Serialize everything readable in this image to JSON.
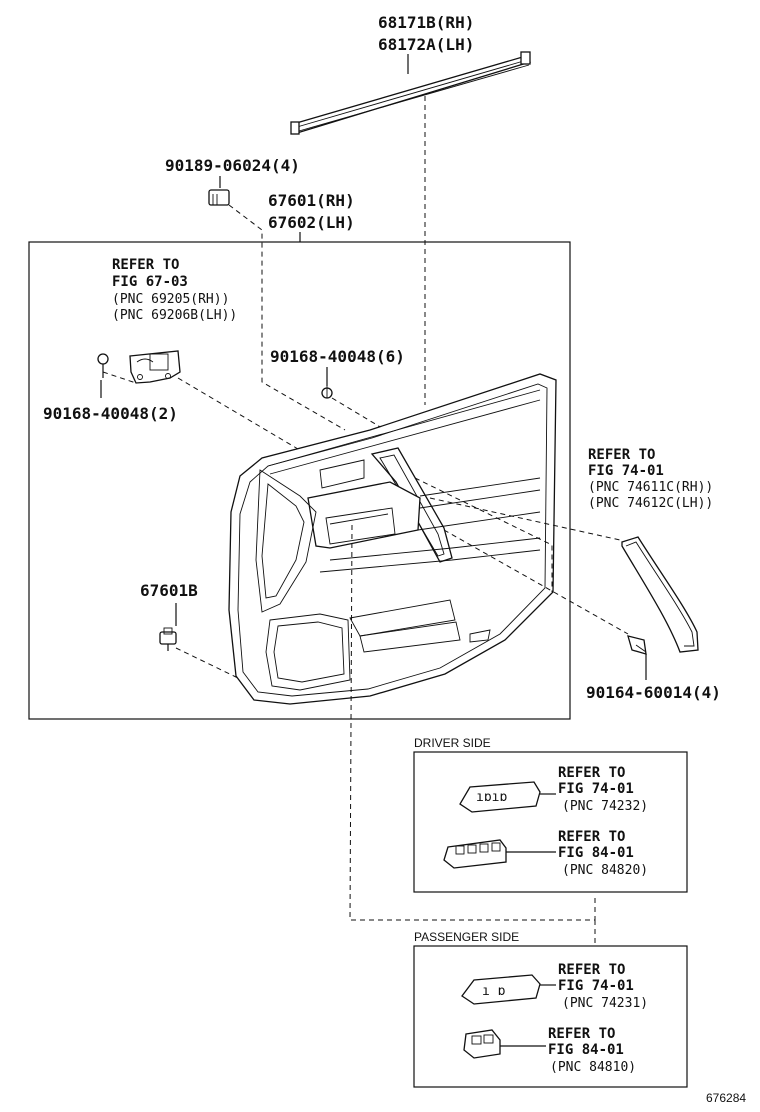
{
  "labels": {
    "weatherstrip_rh": "68171B(RH)",
    "weatherstrip_lh": "68172A(LH)",
    "clip_top": "90189-06024(4)",
    "panel_rh": "67601(RH)",
    "panel_lh": "67602(LH)",
    "screw_mid": "90168-40048(6)",
    "screw_left": "90168-40048(2)",
    "clip_67601b": "67601B",
    "screw_right": "90164-60014(4)"
  },
  "refs": {
    "handle": {
      "line1": "REFER TO",
      "line2": "FIG 67-03",
      "line3": "(PNC 69205(RH))",
      "line4": "(PNC 69206B(LH))"
    },
    "garnish": {
      "line1": "REFER TO",
      "line2": "FIG 74-01",
      "line3": "(PNC 74611C(RH))",
      "line4": "(PNC 74612C(LH))"
    },
    "driver_switch_base": {
      "line1": "REFER TO",
      "line2": "FIG 74-01",
      "line3": "(PNC 74232)"
    },
    "driver_switch": {
      "line1": "REFER TO",
      "line2": "FIG 84-01",
      "line3": "(PNC 84820)"
    },
    "passenger_switch_base": {
      "line1": "REFER TO",
      "line2": "FIG 74-01",
      "line3": "(PNC 74231)"
    },
    "passenger_switch": {
      "line1": "REFER TO",
      "line2": "FIG 84-01",
      "line3": "(PNC 84810)"
    }
  },
  "sides": {
    "driver": "DRIVER SIDE",
    "passenger": "PASSENGER SIDE"
  },
  "figure_number": "676284"
}
